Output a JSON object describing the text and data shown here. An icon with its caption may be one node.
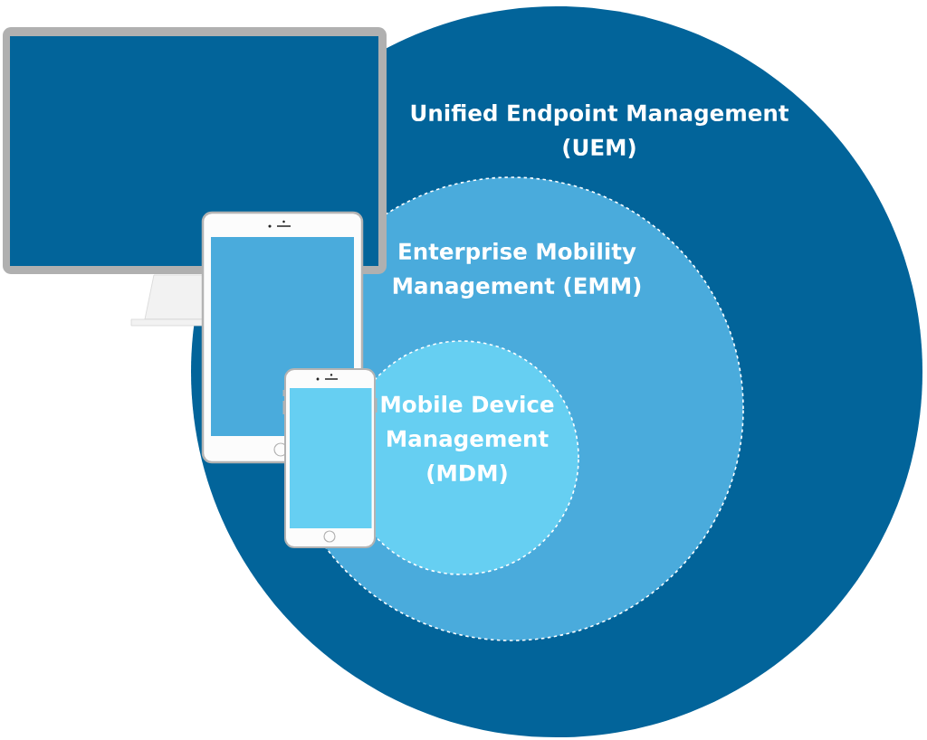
{
  "diagram": {
    "nodes": [
      {
        "text": [
          "Unified Endpoint Management (UEM)"
        ]
      },
      {
        "text": [
          "Enterprise Mobility Management (EMM)"
        ],
        "in": 0
      },
      {
        "text": [
          "Mobile Device Management (MDM)"
        ],
        "in": 1
      }
    ]
  }
}
